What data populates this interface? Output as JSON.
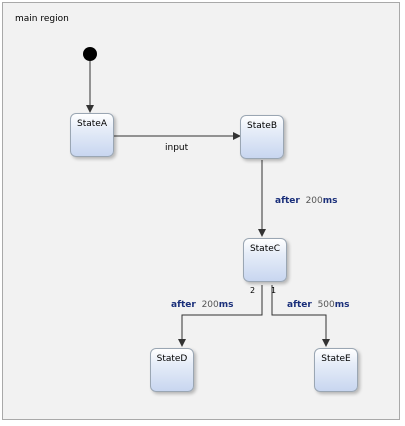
{
  "region": {
    "name": "main region"
  },
  "states": {
    "a": "StateA",
    "b": "StateB",
    "c": "StateC",
    "d": "StateD",
    "e": "StateE"
  },
  "transitions": {
    "a_to_b": {
      "text": "input"
    },
    "b_to_c": {
      "keyword": "after",
      "value": "200",
      "unit": "ms"
    },
    "c_to_d": {
      "priority": "2",
      "keyword": "after",
      "value": "200",
      "unit": "ms"
    },
    "c_to_e": {
      "priority": "1",
      "keyword": "after",
      "value": "500",
      "unit": "ms"
    }
  }
}
